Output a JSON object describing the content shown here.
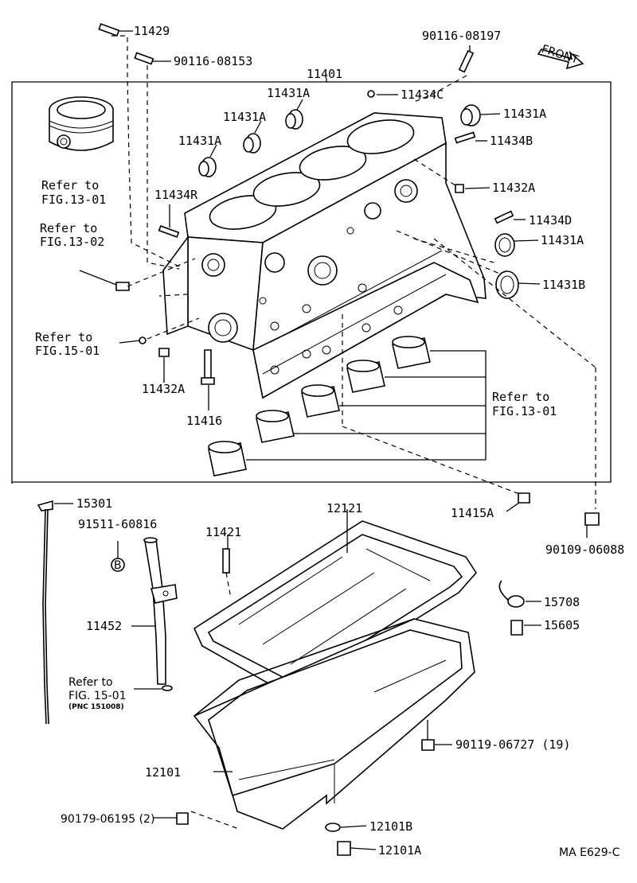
{
  "part_labels": {
    "p11429": "11429",
    "p90116_08153": "90116-08153",
    "p90116_08197": "90116-08197",
    "front": "FRONT",
    "p11401": "11401",
    "p11431A_a": "11431A",
    "p11434C": "11434C",
    "p11431A_b": "11431A",
    "p11431A_c": "11431A",
    "p11431A_d": "11431A",
    "p11434B": "11434B",
    "p11434R": "11434R",
    "p11432A_a": "11432A",
    "p11434D": "11434D",
    "p11431A_e": "11431A",
    "p11431B": "11431B",
    "p11432A_b": "11432A",
    "p11416": "11416",
    "p11415A": "11415A",
    "p90109_06088": "90109-06088",
    "p15301": "15301",
    "p91511_60816": "91511-60816",
    "p11421": "11421",
    "p12121": "12121",
    "p11452": "11452",
    "p15708": "15708",
    "p15605": "15605",
    "p90119_06727": "90119-06727 (19)",
    "p12101": "12101",
    "p90179_06195": "90179-06195 (2)",
    "p12101B": "12101B",
    "p12101A": "12101A",
    "callout_b": "B",
    "diagram_code": "MA E629-C"
  },
  "references": {
    "ref_13_01_top_1": "Refer to",
    "ref_13_01_top_2": "FIG.13-01",
    "ref_13_02_1": "Refer to",
    "ref_13_02_2": "FIG.13-02",
    "ref_15_01_1": "Refer to",
    "ref_15_01_2": "FIG.15-01",
    "ref_13_01_right_1": "Refer to",
    "ref_13_01_right_2": "FIG.13-01",
    "ref_15_01_low_1": "Refer to",
    "ref_15_01_low_2": "FIG. 15-01",
    "ref_15_01_low_3": "(PNC 151008)"
  }
}
